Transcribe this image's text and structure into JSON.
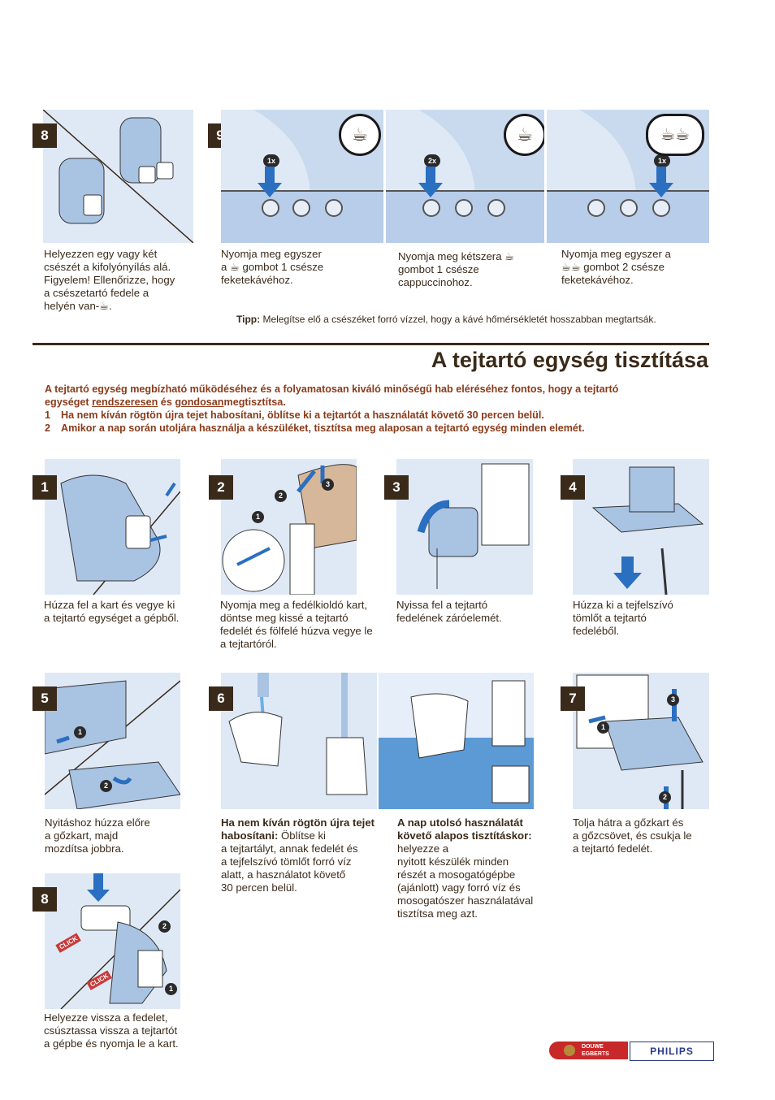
{
  "top": {
    "step8": {
      "badge": "8",
      "caption": [
        "Helyezzen egy vagy két",
        "csészét a kifolyónyílás alá.",
        "Figyelem! Ellenőrizze, hogy",
        "a csészetartó fedele a",
        "helyén van-☕."
      ]
    },
    "step9": {
      "badge": "9",
      "panels": [
        {
          "count": "1x",
          "icon": "☕",
          "caption": [
            "Nyomja meg egyszer",
            "a ☕ gombot 1 csésze",
            "feketekávéhoz."
          ]
        },
        {
          "count": "2x",
          "icon": "☕",
          "caption": [
            "Nyomja meg kétszera ☕",
            "gombot 1 csésze",
            "cappuccinohoz."
          ]
        },
        {
          "count": "1x",
          "icon": "☕☕",
          "caption": [
            "Nyomja meg egyszer a",
            "☕☕ gombot 2 csésze",
            "feketekávéhoz."
          ]
        }
      ]
    },
    "tip_label": "Tipp:",
    "tip_text": "Melegítse elő a csészéket forró vízzel, hogy a kávé hőmérsékletét hosszabban megtartsák."
  },
  "section_title": "A tejtartó egység tisztítása",
  "intro": {
    "line1": "A tejtartó egység megbízható működéséhez és a folyamatosan kiváló minőségű hab eléréséhez fontos, hogy a tejtartó",
    "line2_a": "egységet ",
    "line2_u1": "rendszeresen",
    "line2_b": " és ",
    "line2_u2": "gondosan",
    "line2_c": "megtisztítsa.",
    "item1_num": "1",
    "item1": "Ha nem kíván rögtön újra tejet habosítani, öblítse ki a tejtartót a használatát követő 30 percen belül.",
    "item2_num": "2",
    "item2": "Amikor a nap során utoljára használja a készüléket, tisztítsa meg alaposan a tejtartó egység minden elemét."
  },
  "steps": [
    {
      "badge": "1",
      "caption": [
        "Húzza fel a kart és vegye ki",
        "a tejtartó egységet a gépből."
      ]
    },
    {
      "badge": "2",
      "caption": [
        "Nyomja meg a fedélkioldó kart,",
        "döntse meg kissé a tejtartó",
        "fedelét és fölfelé húzva vegye le",
        "a tejtartóról."
      ]
    },
    {
      "badge": "3",
      "caption": [
        "Nyissa fel a tejtartó",
        "fedelének záróelemét."
      ]
    },
    {
      "badge": "4",
      "caption": [
        "Húzza ki a tejfelszívó",
        "tömlőt a tejtartó",
        "fedeléből."
      ]
    },
    {
      "badge": "5",
      "caption": [
        "Nyitáshoz húzza előre",
        "a gőzkart, majd",
        "mozdítsa jobbra."
      ]
    },
    {
      "badge": "6",
      "caption_a_bold": "Ha nem kíván rögtön újra tejet habosítani:",
      "caption_a": [
        "Öblítse ki",
        "a tejtartályt, annak fedelét és",
        "a tejfelszívó tömlőt forró víz",
        "alatt, a használatot követő",
        "30 percen belül."
      ],
      "caption_b_bold": "A nap utolsó használatát követő alapos tisztításkor:",
      "caption_b": [
        "helyezze a",
        "nyitott készülék minden",
        "részét a mosogatógépbe",
        "(ajánlott) vagy forró víz és",
        "mosogatószer használatával",
        "tisztítsa meg azt."
      ]
    },
    {
      "badge": "7",
      "caption": [
        "Tolja hátra a gőzkart és",
        "a gőzcsövet, és csukja le",
        " a tejtartó fedelét."
      ]
    },
    {
      "badge": "8",
      "caption": [
        "Helyezze vissza a fedelet,",
        "csúsztassa vissza a tejtartót",
        "a gépbe és nyomja le a kart."
      ]
    }
  ],
  "click_label": "CLICK",
  "logos": {
    "de_line1": "DOUWE",
    "de_line2": "EGBERTS",
    "philips": "PHILIPS"
  },
  "colors": {
    "text": "#3a2a1a",
    "accent": "#8a3b1a",
    "panel": "#dfe9f6",
    "arrow": "#2a6fc0"
  }
}
